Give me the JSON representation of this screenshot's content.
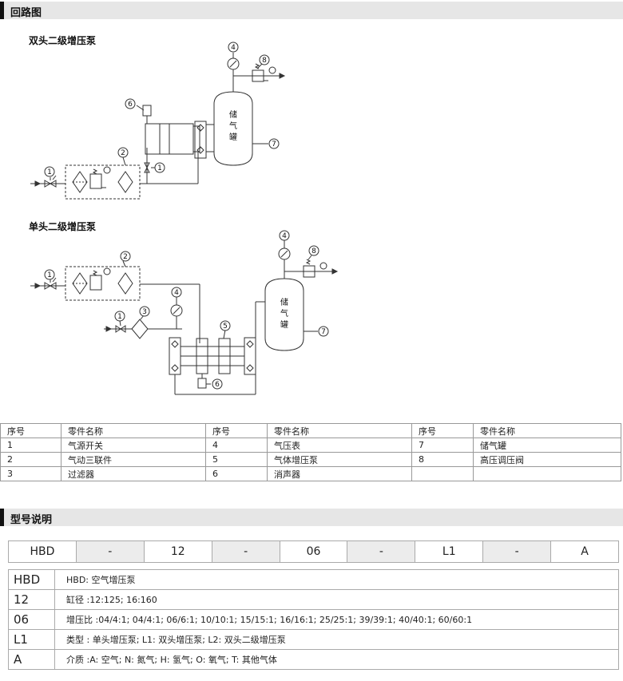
{
  "sections": {
    "circuit_title": "回路图",
    "model_title": "型号说明"
  },
  "diagram": {
    "double_label": "双头二级增压泵",
    "single_label": "单头二级增压泵",
    "tank_label_1": "储",
    "tank_label_2": "气",
    "tank_label_3": "罐",
    "n1": "1",
    "n2": "2",
    "n3": "3",
    "n4": "4",
    "n5": "5",
    "n6": "6",
    "n7": "7",
    "n8": "8"
  },
  "parts_table": {
    "headers": [
      "序号",
      "零件名称",
      "序号",
      "零件名称",
      "序号",
      "零件名称"
    ],
    "rows": [
      [
        "1",
        "气源开关",
        "4",
        "气压表",
        "7",
        "储气罐"
      ],
      [
        "2",
        "气动三联件",
        "5",
        "气体增压泵",
        "8",
        "高压调压阀"
      ],
      [
        "3",
        "过滤器",
        "6",
        "消声器",
        "",
        ""
      ]
    ]
  },
  "model": {
    "codes": [
      "HBD",
      "-",
      "12",
      "-",
      "06",
      "-",
      "L1",
      "-",
      "A"
    ],
    "legend": [
      {
        "code": "HBD",
        "desc": "HBD: 空气增压泵"
      },
      {
        "code": "12",
        "desc": "缸径 :12:125;  16:160"
      },
      {
        "code": "06",
        "desc": "增压比 :04/4:1;  04/4:1;  06/6:1;  10/10:1;  15/15:1;  16/16:1;  25/25:1;  39/39:1;  40/40:1;  60/60:1"
      },
      {
        "code": "L1",
        "desc": "类型 : 单头增压泵;  L1: 双头增压泵;  L2: 双头二级增压泵"
      },
      {
        "code": "A",
        "desc": "介质 :A: 空气;  N: 氮气;  H: 氢气;  O: 氧气;  T: 其他气体"
      }
    ]
  }
}
